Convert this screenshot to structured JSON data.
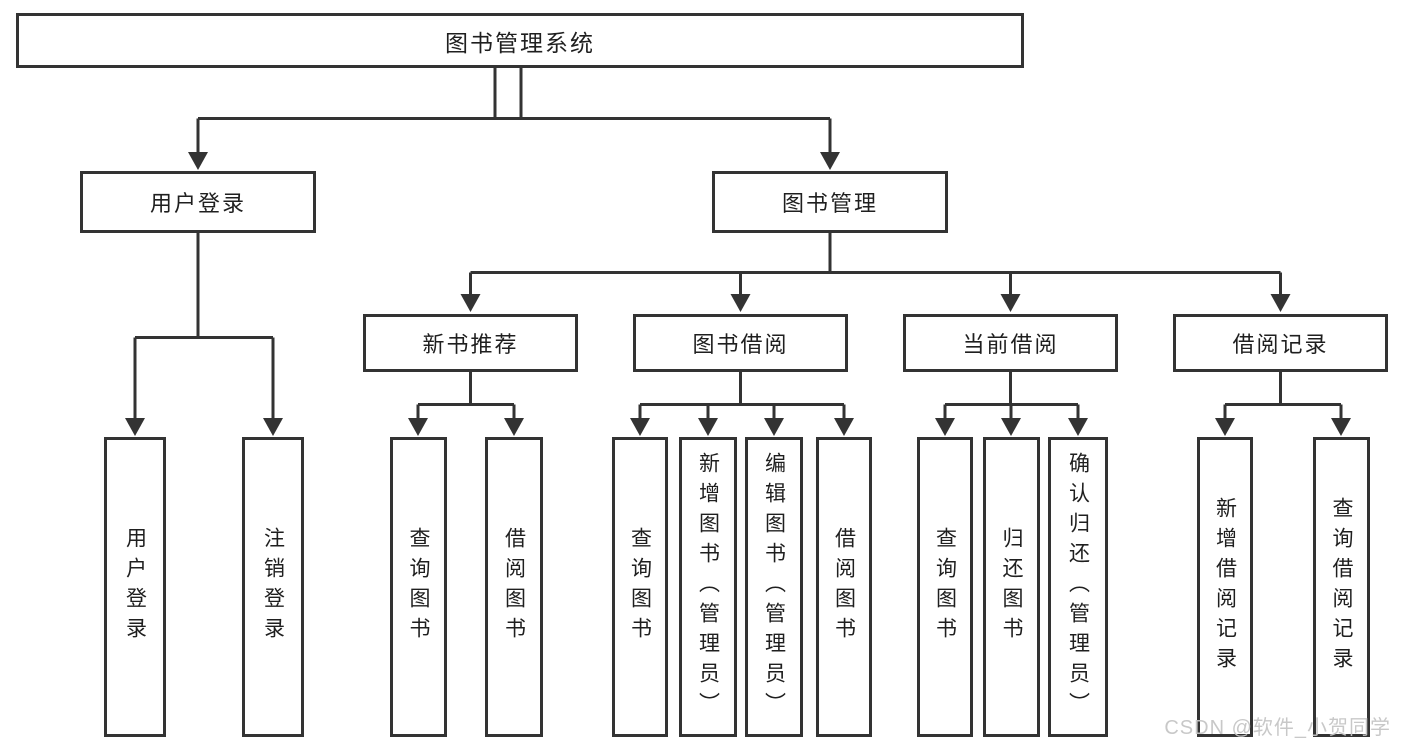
{
  "diagram": {
    "root": {
      "label": "图书管理系统"
    },
    "branches": {
      "user_login": {
        "label": "用户登录",
        "children": [
          "用户登录",
          "注销登录"
        ]
      },
      "book_management": {
        "label": "图书管理"
      }
    },
    "modules": {
      "new_book_recommend": {
        "label": "新书推荐",
        "children": [
          "查询图书",
          "借阅图书"
        ]
      },
      "book_borrowing": {
        "label": "图书借阅",
        "children": [
          "查询图书",
          "新增图书（管理员）",
          "编辑图书（管理员）",
          "借阅图书"
        ]
      },
      "current_borrowing": {
        "label": "当前借阅",
        "children": [
          "查询图书",
          "归还图书",
          "确认归还（管理员）"
        ]
      },
      "borrowing_records": {
        "label": "借阅记录",
        "children": [
          "新增借阅记录",
          "查询借阅记录"
        ]
      }
    },
    "watermark": "CSDN @软件_小贺同学",
    "colors": {
      "line": "#333333",
      "box_border": "#333333",
      "box_fill": "#ffffff",
      "text": "#1f1f1f",
      "watermark_text": "#c6c6c6"
    }
  }
}
